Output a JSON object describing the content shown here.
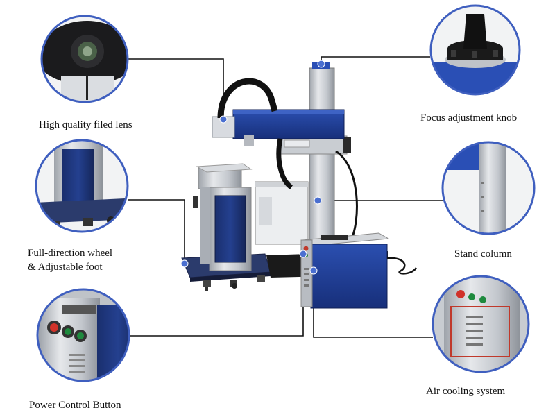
{
  "callouts": {
    "lens": {
      "label": "High quality filed lens",
      "icon": "lens-closeup"
    },
    "wheel": {
      "line1": "Full-direction wheel",
      "line2": "& Adjustable foot",
      "icon": "wheel-closeup"
    },
    "power": {
      "label": "Power Control Button",
      "icon": "buttons-closeup"
    },
    "focus": {
      "label": "Focus adjustment knob",
      "icon": "knob-closeup"
    },
    "column": {
      "label": "Stand column",
      "icon": "column-closeup"
    },
    "air": {
      "label": "Air cooling system",
      "icon": "vent-closeup"
    }
  },
  "colors": {
    "circle_border": "#3f5fbf",
    "machine_blue": "#1e3c96",
    "steel": "#c8ccd2",
    "leader_line": "#111111",
    "highlight_box": "#c0392b"
  }
}
